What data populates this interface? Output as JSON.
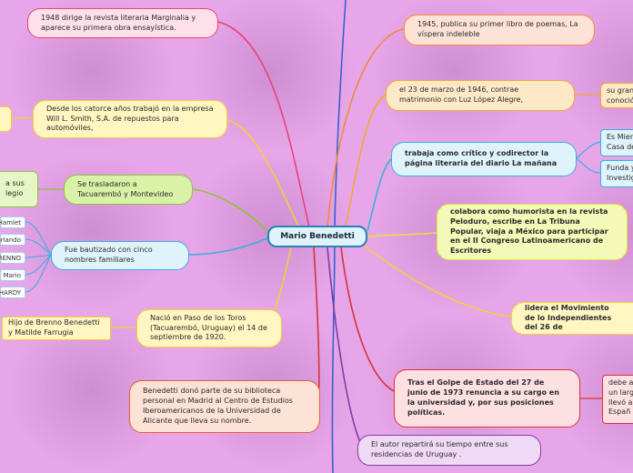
{
  "central": "Mario Benedetti",
  "left_nodes": {
    "marginalia": "1948 dirige la revista literaria Marginalia y aparece su primera obra ensayística.",
    "trabajo": "Desde los catorce años trabajó en la empresa Will L. Smith, S.A. de repuestos para automóviles,",
    "traslado": "Se trasladaron a Tacuarembó y Montevideo",
    "bautizado": "Fue bautizado con cinco nombres familiares",
    "nacio": "Nació en Paso de los Toros (Tacuarembó, Uruguay) el 14 de septiembre de 1920.",
    "biblioteca": "Benedetti donó parte de su biblioteca personal en Madrid al Centro de Estudios Iberoamericanos de la Universidad de Alicante que lleva su nombre."
  },
  "left_side": {
    "traslado_note": "a sus\nlegio",
    "nacio_note": "Hijo de Brenno Benedetti y Matilde Farrugia"
  },
  "names": [
    "Hamlet",
    "orlando",
    "BRENNO",
    "Mario",
    "HARDY"
  ],
  "right_nodes": {
    "vispera": "1945, publica su primer libro de poemas, La víspera indeleble",
    "matrimonio": "el 23 de marzo de 1946, contrae matrimonio con Luz López Alegre,",
    "critico": "trabaja como crítico y codirector la página literaria del diario La mañana",
    "humorista": "colabora como humorista en la revista Peloduro, escribe en La Tribuna Popular, viaja a México para participar en el II Congreso Latinoamericano de Escritores",
    "lidera": "lidera el Movimiento de lo Independientes del 26 de",
    "golpe": "Tras el Golpe de Estado del 27 de junio de 1973 renuncia a su cargo en la universidad y, por sus posiciones políticas.",
    "residencias": "El autor repartirá su tiempo entre sus residencias de Uruguay ."
  },
  "right_side": {
    "matrimonio_note": "su gran a\nconoció",
    "critico_note1": "Es Mien\nCasa de",
    "critico_note2": "Funda y\nInvestig",
    "golpe_note": "debe a\nun larg\nllevó a\nEspañ"
  },
  "colors": {
    "background": "#e7a6e8",
    "central_border": "#2c7fb8",
    "pink": "#e9447a",
    "yellow": "#f2cf3a",
    "green": "#8fc43a",
    "blue": "#3aaee3",
    "orange": "#f2a83a",
    "red": "#d9323d",
    "purple": "#7d3fa6"
  }
}
